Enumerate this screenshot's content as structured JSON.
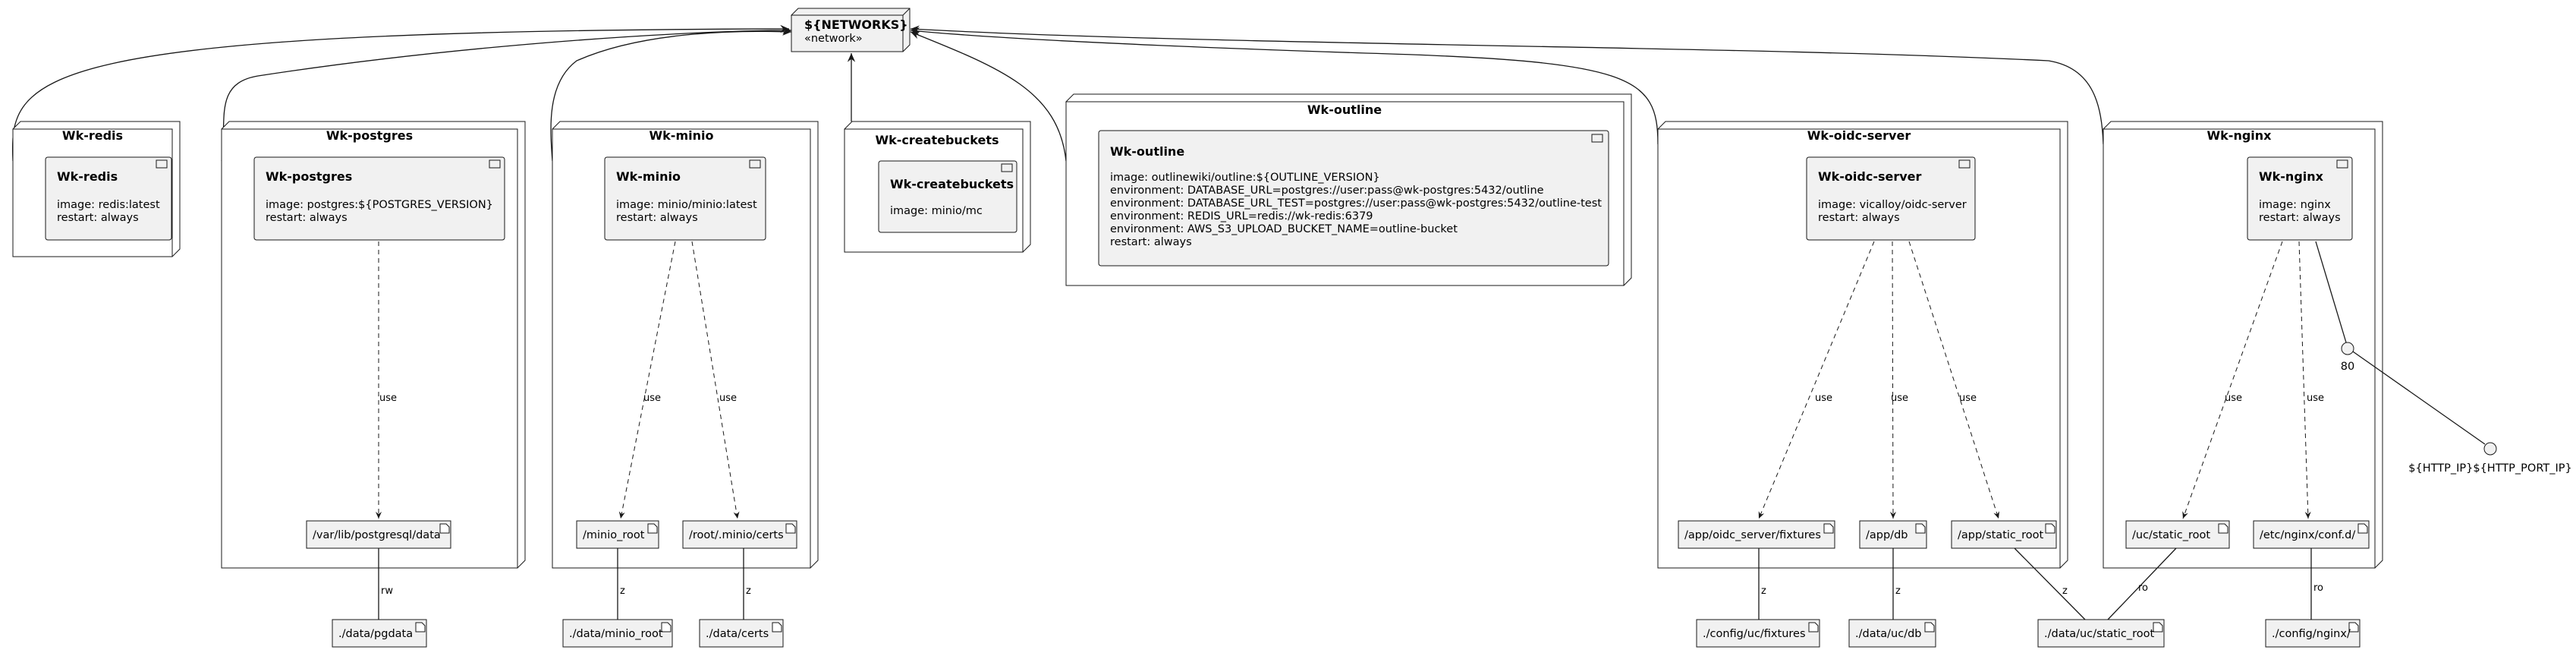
{
  "network": {
    "title": "${NETWORKS}",
    "stereotype": "«network»"
  },
  "nodes": [
    {
      "id": "redis",
      "title": "Wk-redis",
      "component": {
        "name": "Wk-redis",
        "lines": [
          "image: redis:latest",
          "restart: always"
        ]
      }
    },
    {
      "id": "postgres",
      "title": "Wk-postgres",
      "component": {
        "name": "Wk-postgres",
        "lines": [
          "image: postgres:${POSTGRES_VERSION}",
          "restart: always"
        ]
      },
      "volumes": [
        "/var/lib/postgresql/data"
      ]
    },
    {
      "id": "minio",
      "title": "Wk-minio",
      "component": {
        "name": "Wk-minio",
        "lines": [
          "image: minio/minio:latest",
          "restart: always"
        ]
      },
      "volumes": [
        "/minio_root",
        "/root/.minio/certs"
      ]
    },
    {
      "id": "createbuckets",
      "title": "Wk-createbuckets",
      "component": {
        "name": "Wk-createbuckets",
        "lines": [
          "image: minio/mc"
        ]
      }
    },
    {
      "id": "outline",
      "title": "Wk-outline",
      "component": {
        "name": "Wk-outline",
        "lines": [
          "image: outlinewiki/outline:${OUTLINE_VERSION}",
          "environment: DATABASE_URL=postgres://user:pass@wk-postgres:5432/outline",
          "environment: DATABASE_URL_TEST=postgres://user:pass@wk-postgres:5432/outline-test",
          "environment: REDIS_URL=redis://wk-redis:6379",
          "environment: AWS_S3_UPLOAD_BUCKET_NAME=outline-bucket",
          "restart: always"
        ]
      }
    },
    {
      "id": "oidc",
      "title": "Wk-oidc-server",
      "component": {
        "name": "Wk-oidc-server",
        "lines": [
          "image: vicalloy/oidc-server",
          "restart: always"
        ]
      },
      "volumes": [
        "/app/oidc_server/fixtures",
        "/app/db",
        "/app/static_root"
      ]
    },
    {
      "id": "nginx",
      "title": "Wk-nginx",
      "component": {
        "name": "Wk-nginx",
        "lines": [
          "image: nginx",
          "restart: always"
        ]
      },
      "volumes": [
        "/uc/static_root",
        "/etc/nginx/conf.d/"
      ]
    }
  ],
  "host_paths": [
    "./data/pgdata",
    "./data/minio_root",
    "./data/certs",
    "./config/uc/fixtures",
    "./data/uc/db",
    "./data/uc/static_root",
    "./config/nginx/"
  ],
  "edge_labels": {
    "use": "use",
    "rw": "rw",
    "z": "z",
    "ro": "ro"
  },
  "port": {
    "internal": "80",
    "external": "${HTTP_IP}${HTTP_PORT_IP}"
  }
}
